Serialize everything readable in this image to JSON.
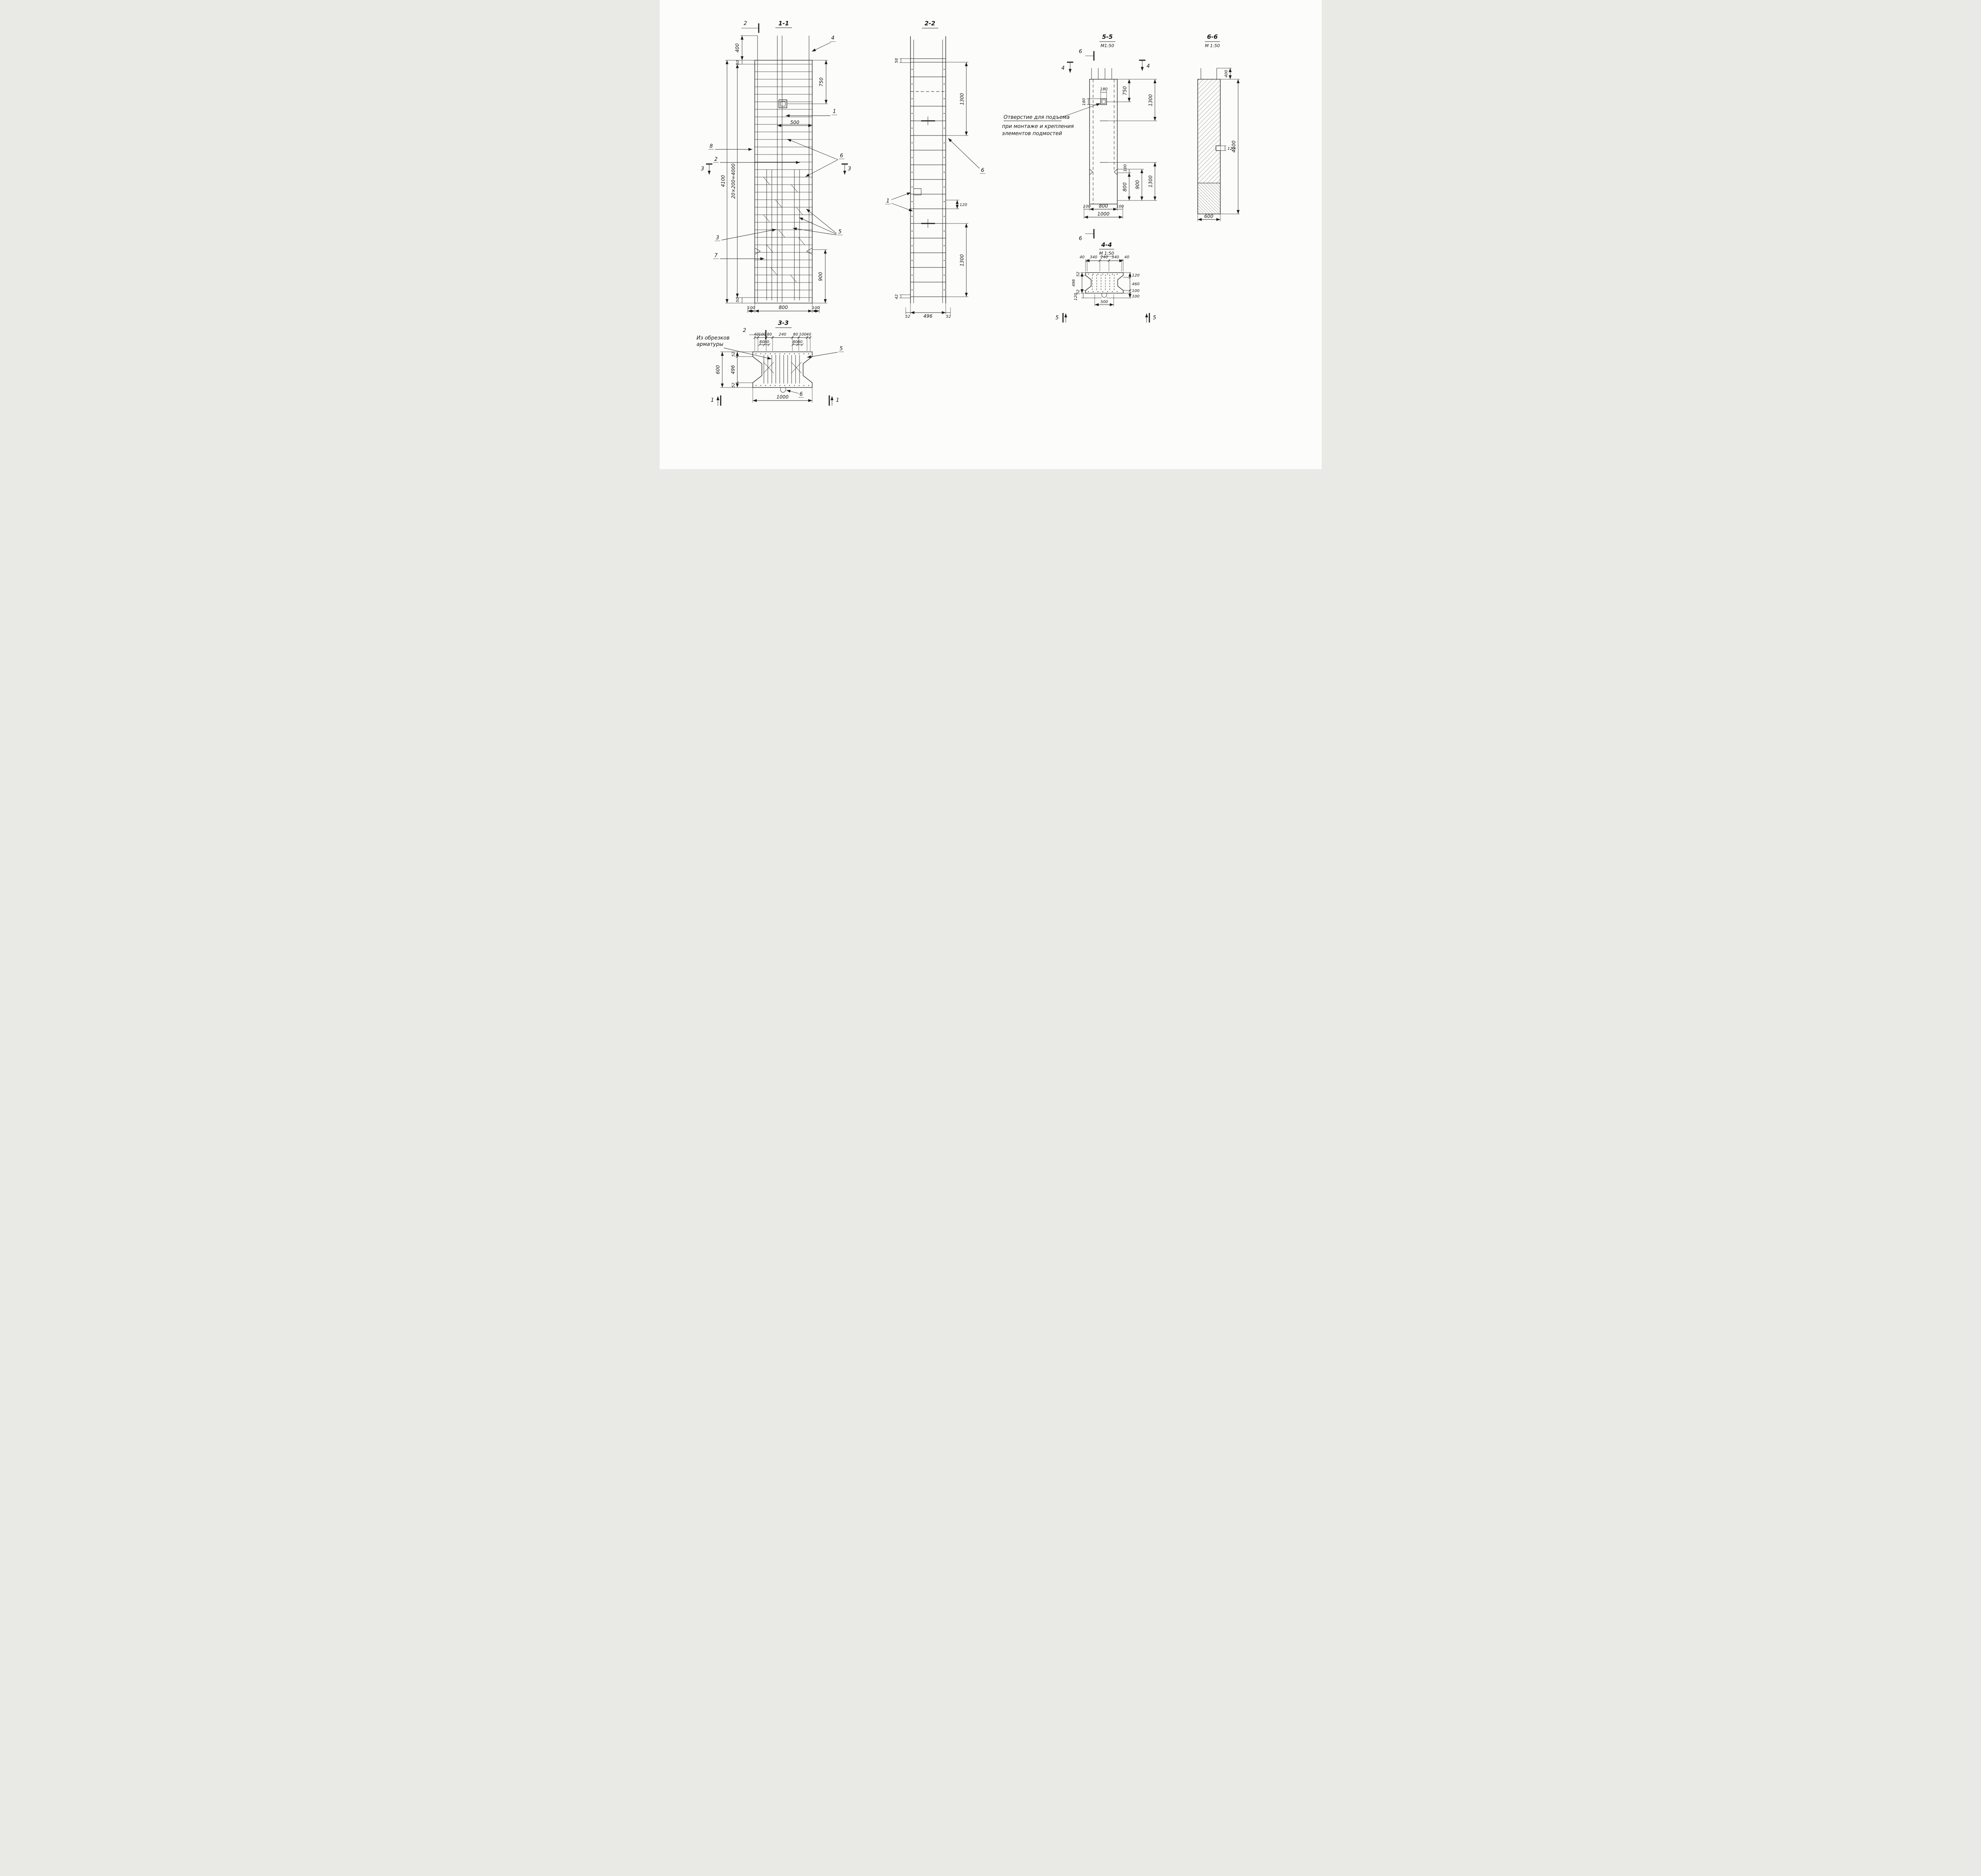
{
  "sheet": {
    "s11": {
      "title": "1-1",
      "flag2": "2",
      "pos4": "4",
      "pos1": "1",
      "pos8": "8",
      "pos2": "2",
      "pos6": "6",
      "pos3": "3",
      "pos7": "7",
      "pos5": "5",
      "flag3l": "3",
      "flag3r": "3",
      "d400": "400",
      "d50t": "50",
      "d750": "750",
      "d500": "500",
      "d20x200": "20×200=4000",
      "d4100": "4100",
      "d900": "900",
      "d50b": "50",
      "d100l": "100",
      "d800": "800",
      "d100r": "100"
    },
    "s22": {
      "title": "2-2",
      "pos1": "1",
      "pos6": "6",
      "d58": "58",
      "d1300t": "1300",
      "d120": "120",
      "d1300b": "1300",
      "d42": "42",
      "d52l": "52",
      "d496": "496",
      "d52r": "52"
    },
    "s33": {
      "title": "3-3",
      "flag2": "2",
      "note1": "Из обрезков",
      "note2": "арматуры",
      "pos5": "5",
      "pos6": "6",
      "flag1l": "1",
      "flag1r": "1",
      "top": [
        "40",
        "100",
        "80",
        "240",
        "80",
        "100",
        "40"
      ],
      "sub": [
        "80",
        "80",
        "80",
        "80"
      ],
      "d52t": "52",
      "d496": "496",
      "d52b": "52",
      "d600": "600",
      "d1000": "1000"
    },
    "s44": {
      "title": "4-4",
      "scale": "М 1:50",
      "flag5l": "5",
      "flag5r": "5",
      "top": [
        "40",
        "340",
        "240",
        "340",
        "40"
      ],
      "d52t": "52",
      "d496": "496",
      "d52b": "52",
      "d120l": "120",
      "right": [
        "120",
        "460",
        "100",
        "100"
      ],
      "d500": "500"
    },
    "s55": {
      "title": "5-5",
      "scale": "М1:50",
      "flag6t": "6",
      "flag6b": "6",
      "flag4l": "4",
      "flag4r": "4",
      "note1": "Отверстие для подъема",
      "note2": "при монтаже и крепления",
      "note3": "элементов подмостей",
      "d180t": "180",
      "d180l": "180",
      "d750": "750",
      "d1300t": "1300",
      "d100": "100",
      "d800": "800",
      "d900": "900",
      "d1300b": "1300",
      "d100bl": "100",
      "d800b": "800",
      "d100br": "100",
      "d1000": "1000"
    },
    "s66": {
      "title": "6-6",
      "scale": "М 1:50",
      "d400": "400",
      "d4100": "4100",
      "d120": "120",
      "d600": "600"
    }
  }
}
